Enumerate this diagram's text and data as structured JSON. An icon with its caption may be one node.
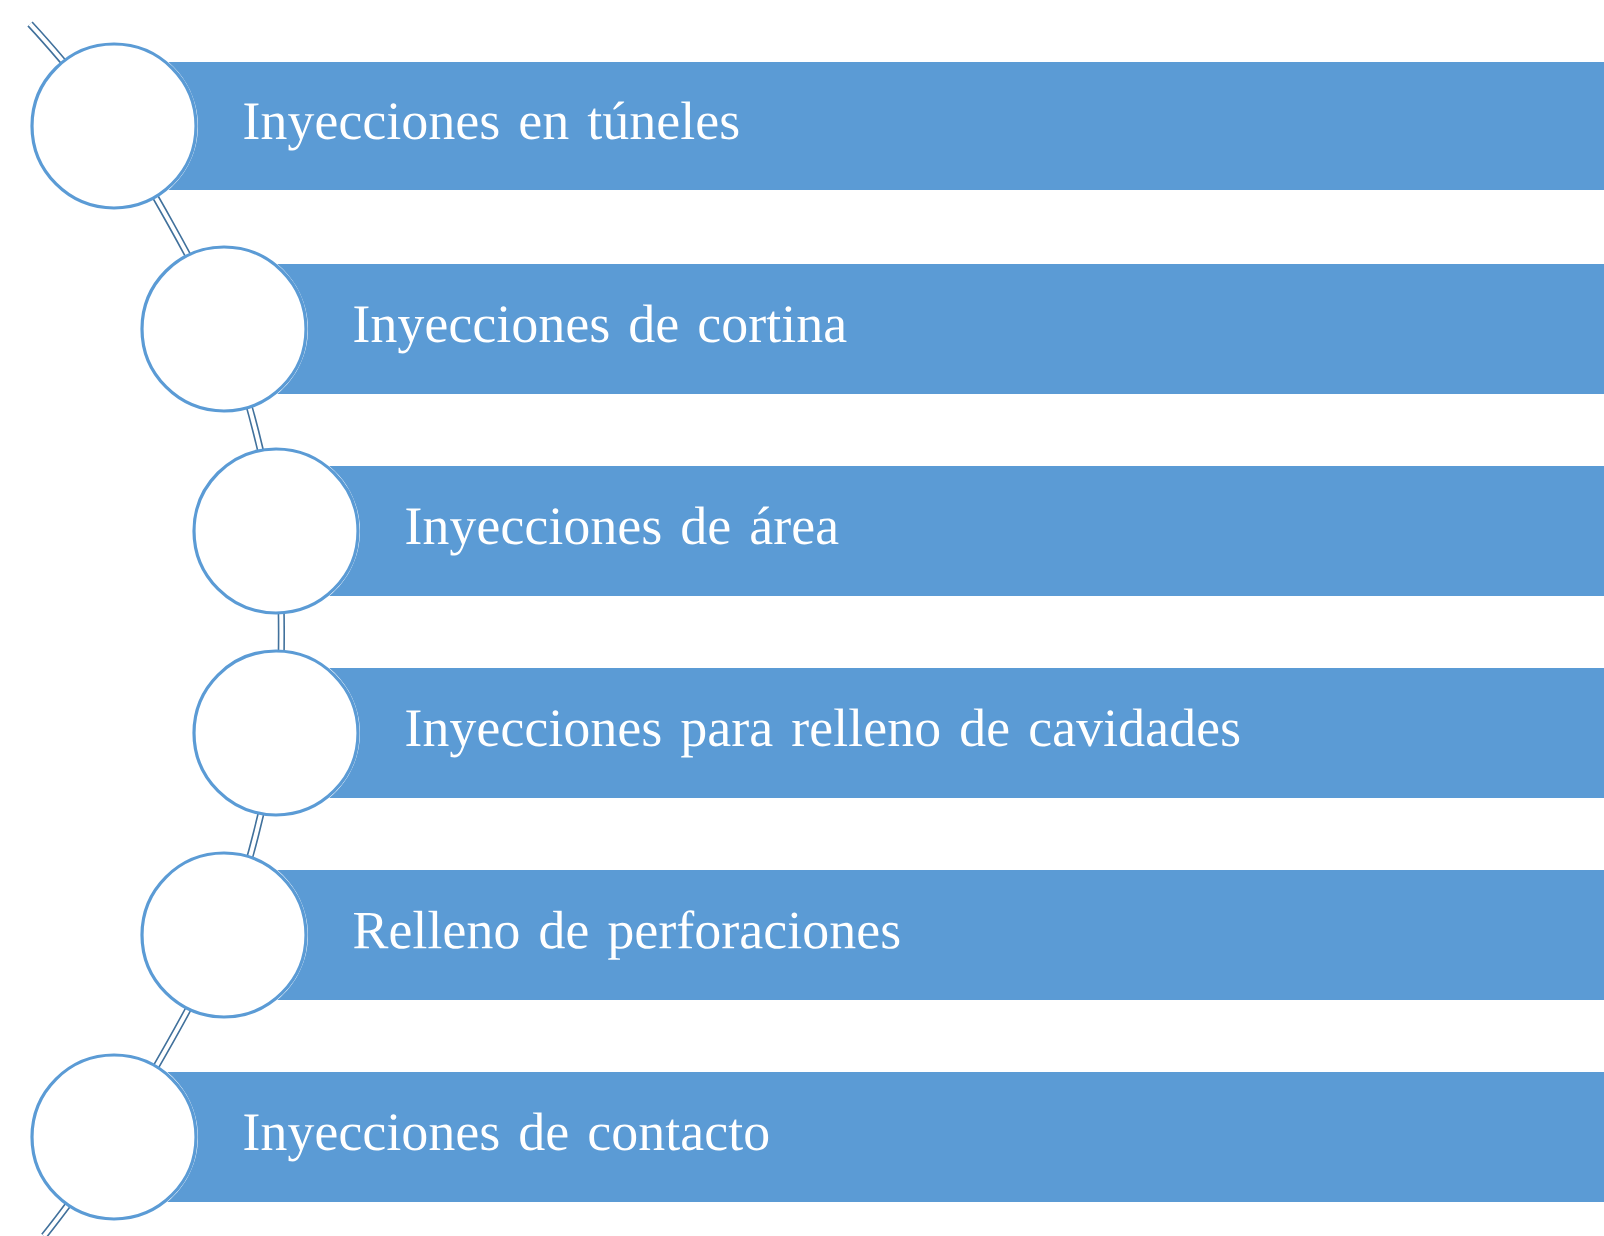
{
  "diagram": {
    "nodes": [
      {
        "text": [],
        "shape": "circle"
      },
      {
        "text": [
          "Inyecciones en túneles"
        ]
      },
      {
        "text": [],
        "shape": "circle"
      },
      {
        "text": [
          "Inyecciones de cortina"
        ]
      },
      {
        "text": [],
        "shape": "circle"
      },
      {
        "text": [
          "Inyecciones de área"
        ]
      },
      {
        "text": [],
        "shape": "circle"
      },
      {
        "text": [
          "Inyecciones para relleno de cavidades"
        ]
      },
      {
        "text": [],
        "shape": "circle"
      },
      {
        "text": [
          "Relleno de perforaciones"
        ]
      },
      {
        "text": [],
        "shape": "circle"
      },
      {
        "text": [
          "Inyecciones de contacto"
        ]
      }
    ]
  }
}
